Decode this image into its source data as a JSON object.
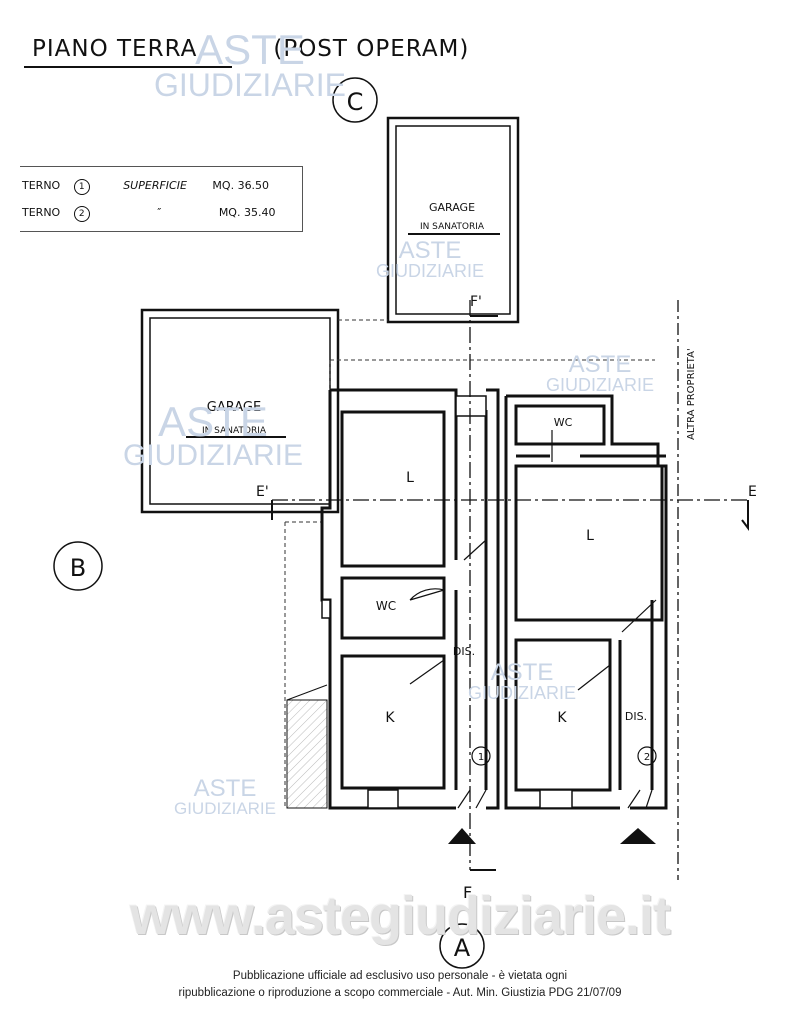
{
  "title": {
    "main": "PIANO TERRA",
    "sub": "(POST OPERAM)"
  },
  "ledger": {
    "rows": [
      {
        "label": "TERNO",
        "num": "1",
        "field": "SUPERFICIE",
        "value": "MQ. 36.50"
      },
      {
        "label": "TERNO",
        "num": "2",
        "field": "″",
        "value": "MQ. 35.40"
      }
    ]
  },
  "labels": {
    "c": "C",
    "b": "B",
    "a": "A",
    "garage_top_1": "GARAGE",
    "garage_top_2": "IN SANATORIA",
    "garage_left_1": "GARAGE",
    "garage_left_2": "IN SANATORIA",
    "altra_proprieta": "ALTRA PROPRIETA'",
    "l1": "L",
    "l2": "L",
    "wc1": "WC",
    "wc2": "WC",
    "dis1": "DIS.",
    "dis2": "DIS.",
    "k1": "K",
    "k2": "K",
    "unit1": "1",
    "unit2": "2",
    "sec_e": "E",
    "sec_e2": "E'",
    "sec_f": "F",
    "sec_f2": "F'"
  },
  "watermark": {
    "brand_1": "ASTE",
    "brand_2": "GIUDIZIARIE",
    "site": "www.astegiudiziarie.it"
  },
  "footer": {
    "line1": "Pubblicazione ufficiale ad esclusivo uso personale - è vietata ogni",
    "line2": "ripubblicazione o riproduzione a scopo commerciale - Aut. Min. Giustizia PDG 21/07/09"
  },
  "colors": {
    "ink": "#111111",
    "watermark_blue": "#c9d5e6",
    "watermark_orange": "#e9c9a0"
  }
}
